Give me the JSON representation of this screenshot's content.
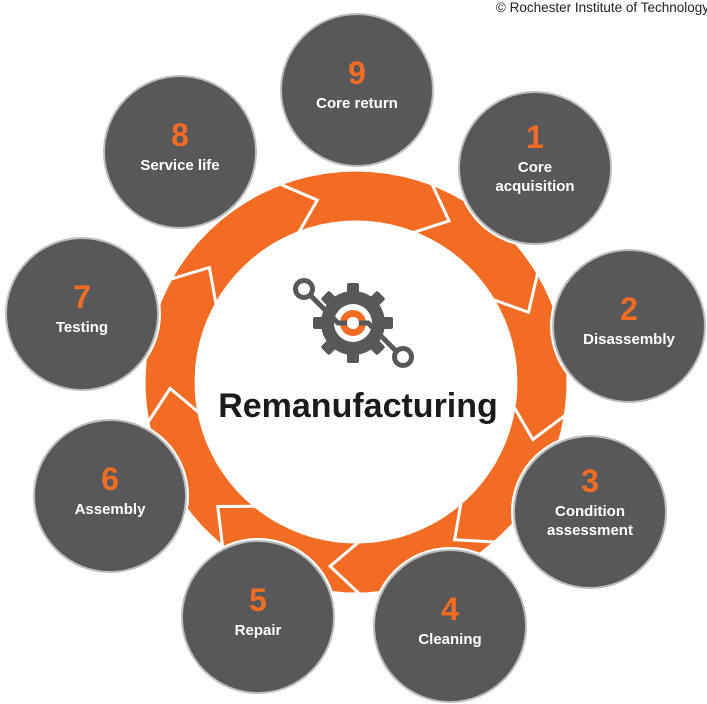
{
  "copyright": "© Rochester Institute of Technology",
  "center": {
    "title": "Remanufacturing",
    "icon": "gear-circuit-icon"
  },
  "colors": {
    "accent": "#f26c23",
    "node": "#58585a",
    "text": "#1b1b1b"
  },
  "steps": [
    {
      "number": "1",
      "lines": [
        "Core",
        "acquisition"
      ]
    },
    {
      "number": "2",
      "lines": [
        "Disassembly"
      ]
    },
    {
      "number": "3",
      "lines": [
        "Condition",
        "assessment"
      ]
    },
    {
      "number": "4",
      "lines": [
        "Cleaning"
      ]
    },
    {
      "number": "5",
      "lines": [
        "Repair"
      ]
    },
    {
      "number": "6",
      "lines": [
        "Assembly"
      ]
    },
    {
      "number": "7",
      "lines": [
        "Testing"
      ]
    },
    {
      "number": "8",
      "lines": [
        "Service life"
      ]
    },
    {
      "number": "9",
      "lines": [
        "Core return"
      ]
    }
  ]
}
